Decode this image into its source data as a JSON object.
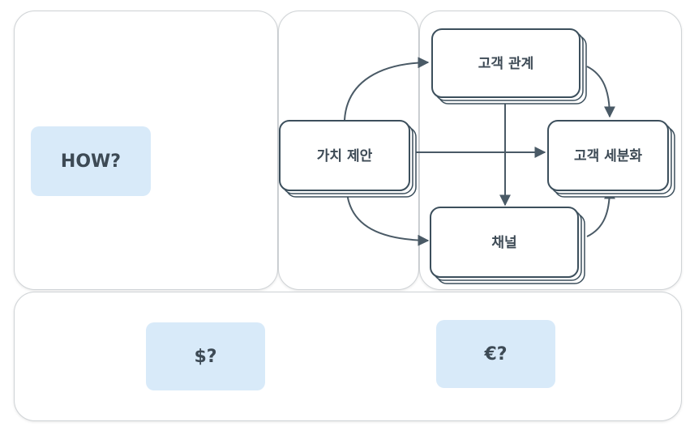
{
  "key_activities": {
    "label": "HOW?"
  },
  "cost_structure": {
    "label": "$?"
  },
  "revenue_streams": {
    "label": "€?"
  },
  "nodes": {
    "value_proposition": "가치 제안",
    "customer_relationships": "고객 관계",
    "customer_segments": "고객 세분화",
    "channels": "채널"
  },
  "colors": {
    "tag_fill": "#d8eaf9",
    "node_stroke": "#3c4f5c",
    "arrow": "#4a5a66"
  }
}
